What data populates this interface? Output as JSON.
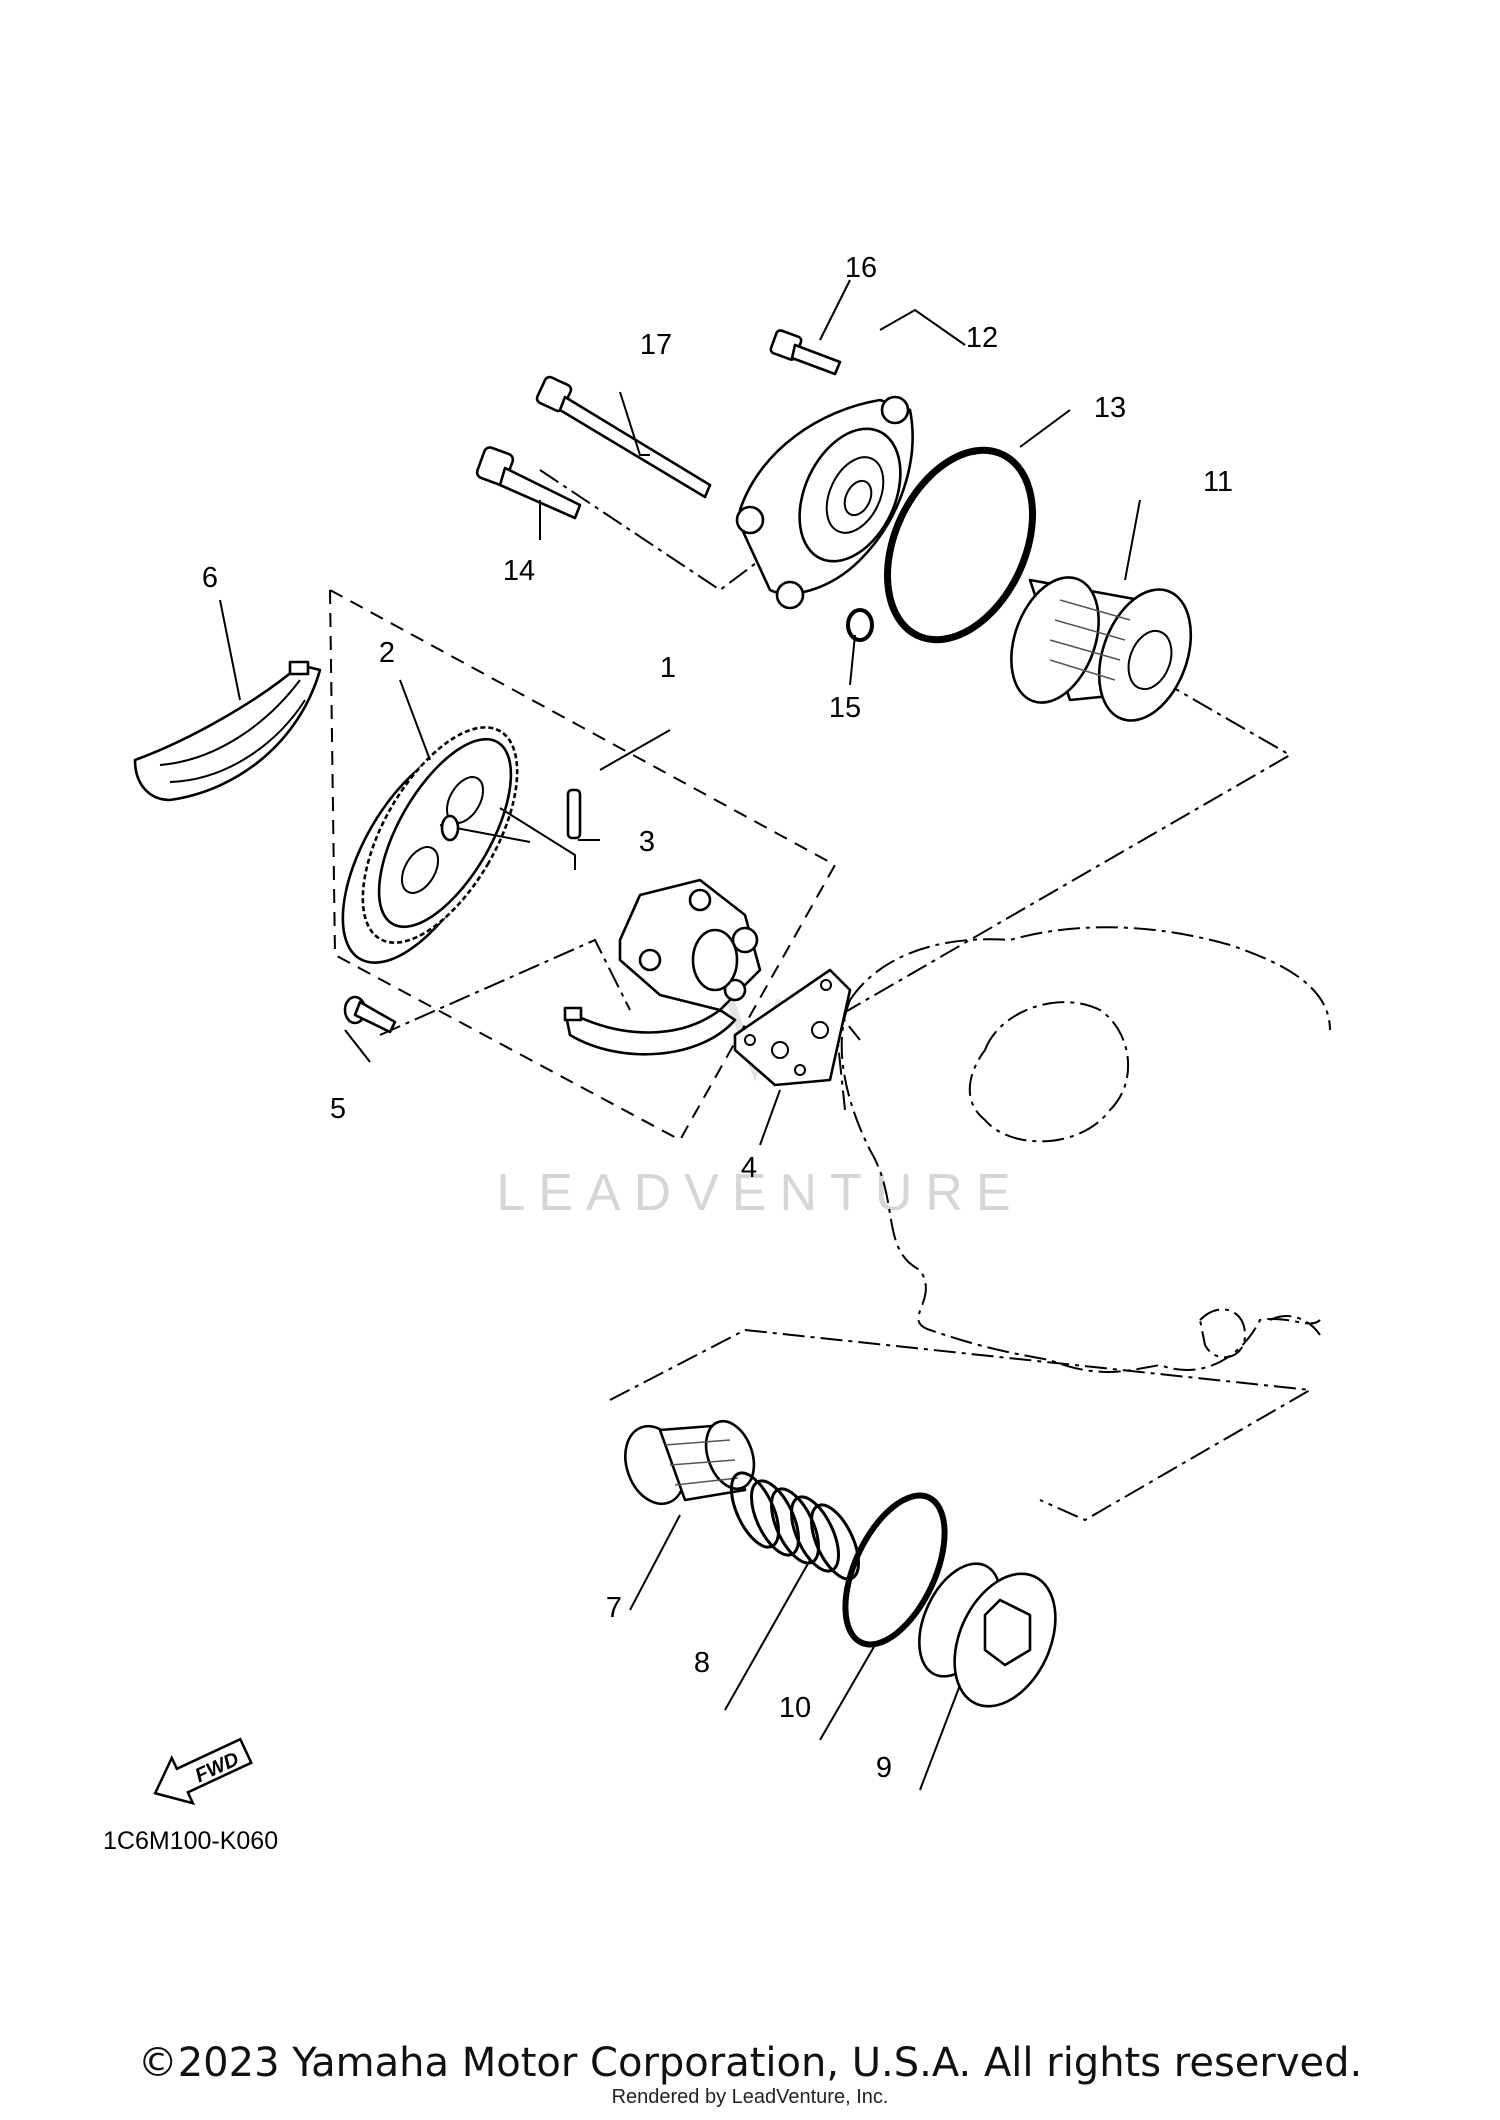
{
  "diagram": {
    "part_callouts": [
      "1",
      "2",
      "3",
      "4",
      "5",
      "6",
      "7",
      "8",
      "9",
      "10",
      "11",
      "12",
      "13",
      "14",
      "15",
      "16",
      "17"
    ],
    "diagram_code": "1C6M100-K060",
    "direction_label": "FWD",
    "watermark": "LEADVENTURE",
    "copyright": "©2023 Yamaha Motor Corporation, U.S.A. All rights reserved.",
    "render_credit": "Rendered by LeadVenture, Inc."
  },
  "colors": {
    "line": "#000000",
    "background": "#ffffff",
    "watermark": "#d6d6d6"
  },
  "icons": [
    "fwd-arrow-icon"
  ]
}
